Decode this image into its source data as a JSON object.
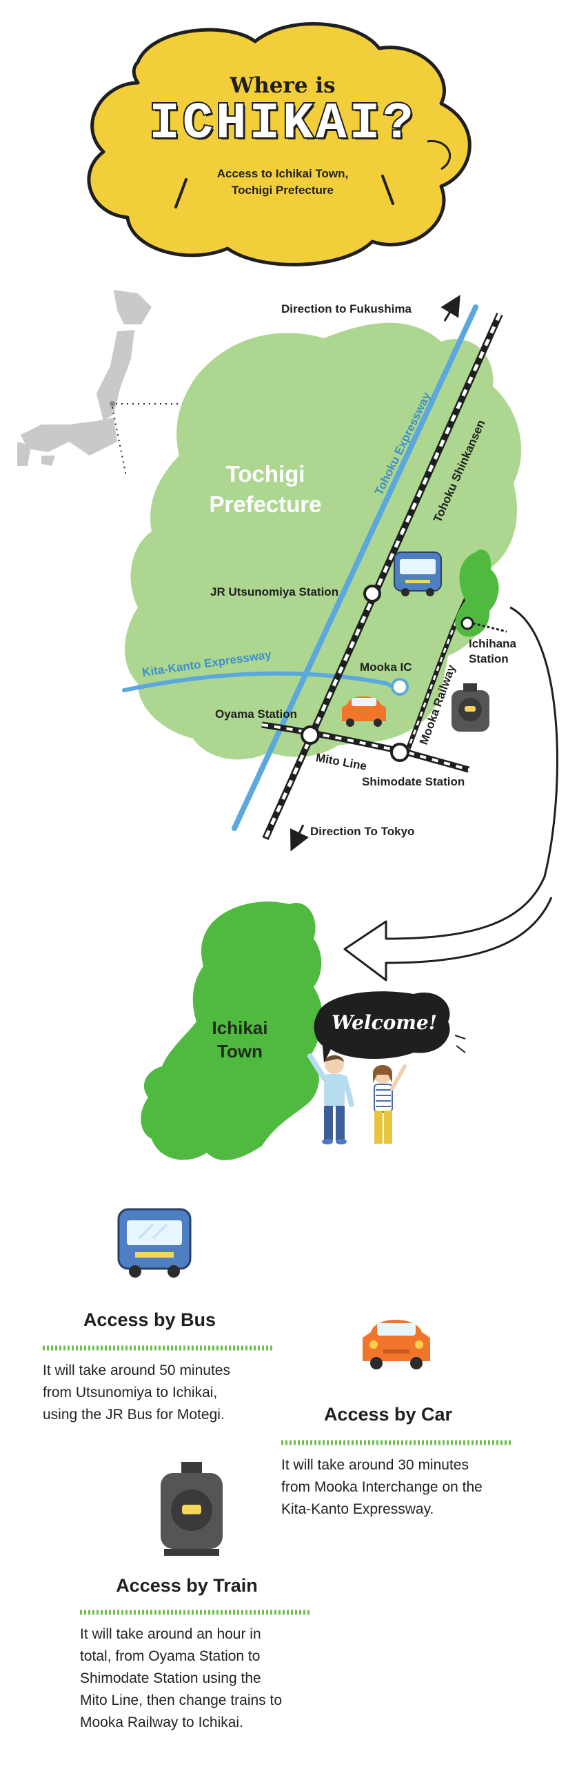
{
  "header": {
    "title_line1": "Where is",
    "title_line2": "ICHIKAI?",
    "subtitle_line1": "Access to Ichikai Town,",
    "subtitle_line2": "Tochigi Prefecture"
  },
  "map": {
    "prefecture_line1": "Tochigi",
    "prefecture_line2": "Prefecture",
    "direction_north": "Direction to Fukushima",
    "direction_south": "Direction To Tokyo",
    "tohoku_expressway": "Tohoku Expressway",
    "tohoku_shinkansen": "Tohoku Shinkansen",
    "kita_kanto_expressway": "Kita-Kanto Expressway",
    "mooka_railway": "Mooka Railway",
    "mito_line": "Mito Line",
    "jr_utsunomiya_station": "JR Utsunomiya Station",
    "mooka_ic": "Mooka IC",
    "oyama_station": "Oyama Station",
    "shimodate_station": "Shimodate Station",
    "ichihana_line1": "Ichihana",
    "ichihana_line2": "Station",
    "icons": [
      "bus-icon",
      "car-icon",
      "train-icon",
      "japan-map-icon"
    ]
  },
  "town": {
    "name_line1": "Ichikai",
    "name_line2": "Town",
    "welcome": "Welcome!"
  },
  "access": {
    "bus": {
      "title": "Access by Bus",
      "text": [
        "It will take around 50 minutes",
        "from Utsunomiya to Ichikai,",
        "using the JR Bus for Motegi."
      ]
    },
    "car": {
      "title": "Access by Car",
      "text": [
        "It will take around 30 minutes",
        "from Mooka Interchange on the",
        "Kita-Kanto Expressway."
      ]
    },
    "train": {
      "title": "Access by Train",
      "text": [
        "It will take around an hour in",
        "total, from Oyama Station to",
        "Shimodate Station using the",
        "Mito Line, then change trains to",
        "Mooka Railway to Ichikai."
      ]
    }
  },
  "colors": {
    "yellow": "#f2cf3a",
    "pref_green": "#a9d58a",
    "town_green": "#4fb940",
    "expressway_blue": "#5aa8dd",
    "bus_blue": "#4f7fc3",
    "car_orange": "#f2752c",
    "train_gray": "#555555"
  }
}
